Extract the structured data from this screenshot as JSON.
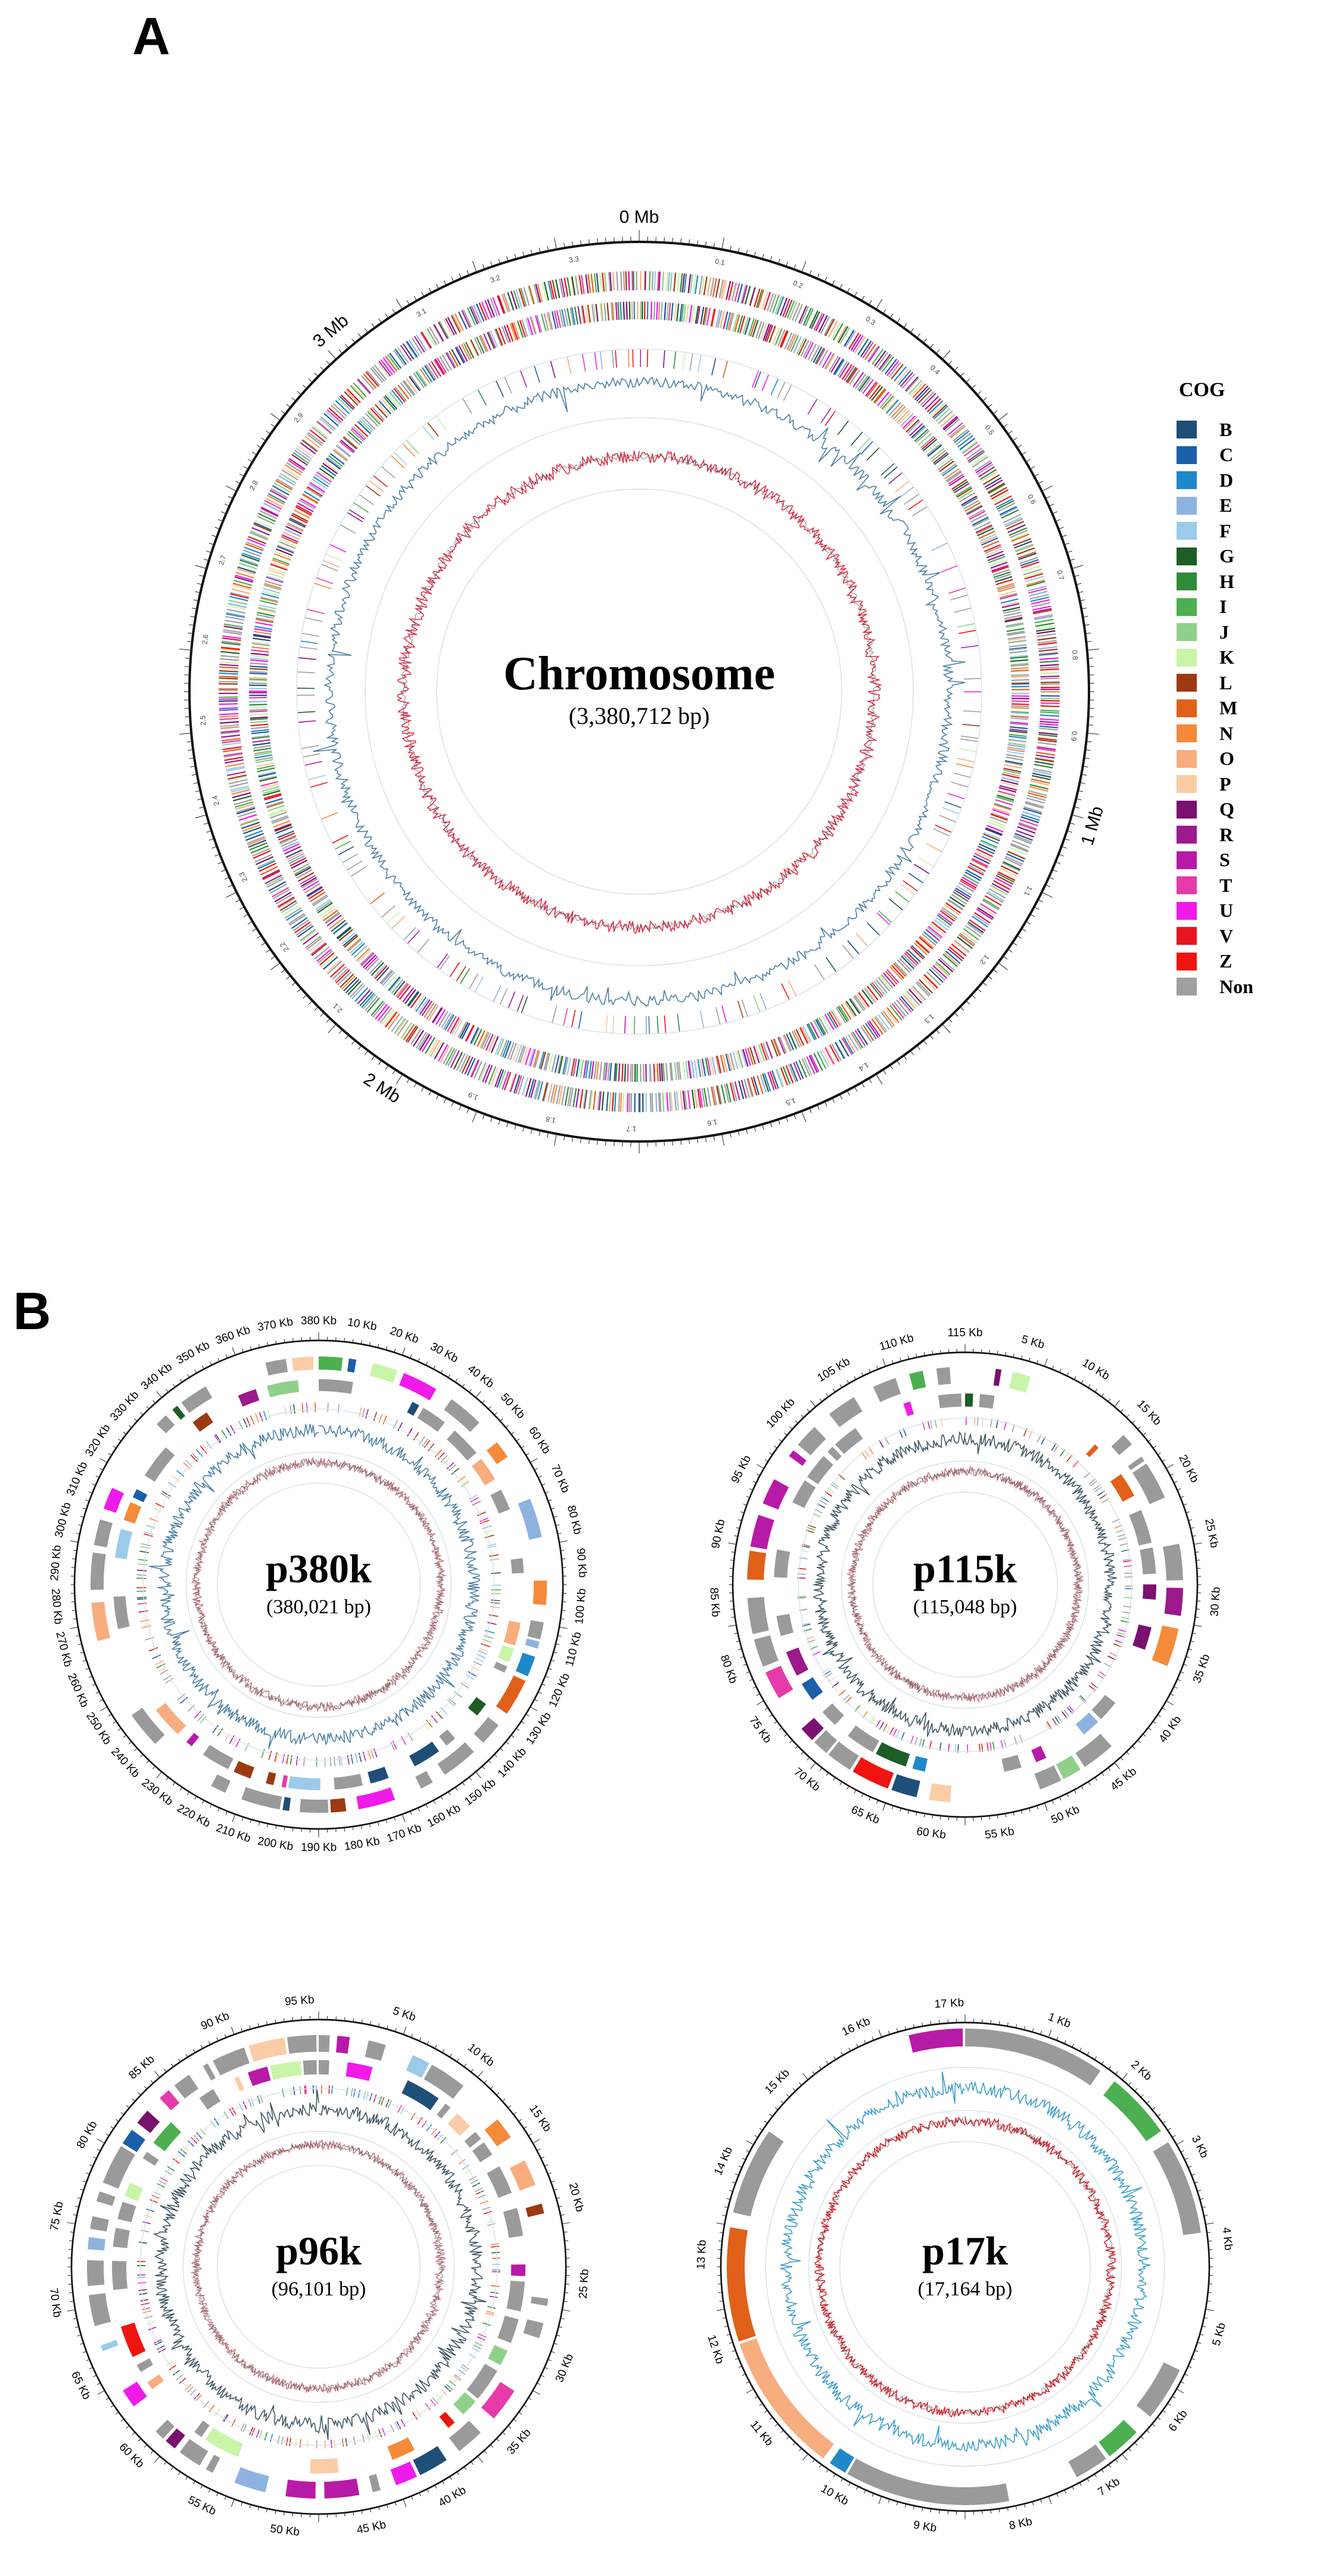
{
  "panels": {
    "a_label": "A",
    "b_label": "B"
  },
  "legend": {
    "title": "COG",
    "items": [
      {
        "label": "B",
        "color": "#1f4e79"
      },
      {
        "label": "C",
        "color": "#1b5fa8"
      },
      {
        "label": "D",
        "color": "#1f88c8"
      },
      {
        "label": "E",
        "color": "#8fb3e0"
      },
      {
        "label": "F",
        "color": "#9ccbea"
      },
      {
        "label": "G",
        "color": "#1e5e26"
      },
      {
        "label": "H",
        "color": "#2e8b3a"
      },
      {
        "label": "I",
        "color": "#4cb050"
      },
      {
        "label": "J",
        "color": "#8fd08a"
      },
      {
        "label": "K",
        "color": "#c8f5a8"
      },
      {
        "label": "L",
        "color": "#9c3a12"
      },
      {
        "label": "M",
        "color": "#e0601a"
      },
      {
        "label": "N",
        "color": "#f58a3a"
      },
      {
        "label": "O",
        "color": "#f7ad7e"
      },
      {
        "label": "P",
        "color": "#fbcda6"
      },
      {
        "label": "Q",
        "color": "#7a1070"
      },
      {
        "label": "R",
        "color": "#9c1a8c"
      },
      {
        "label": "S",
        "color": "#b81aa8"
      },
      {
        "label": "T",
        "color": "#e63aa8"
      },
      {
        "label": "U",
        "color": "#f01aeb"
      },
      {
        "label": "V",
        "color": "#e8141e"
      },
      {
        "label": "Z",
        "color": "#f01410"
      },
      {
        "label": "Non",
        "color": "#a0a0a0"
      }
    ]
  },
  "maps": [
    {
      "id": "chromosome",
      "name": "Chromosome",
      "size_text": "(3,380,712 bp)",
      "length": 3380712,
      "major_unit": "Mb",
      "major_labels": [
        "0 Mb",
        "1 Mb",
        "2 Mb",
        "3 Mb"
      ],
      "major_positions": [
        0,
        1000000,
        2000000,
        3000000
      ],
      "minor_labels": [
        "0.1",
        "0.2",
        "0.3",
        "0.4",
        "0.5",
        "0.6",
        "0.7",
        "0.8",
        "0.9",
        "1.1",
        "1.2",
        "1.3",
        "1.4",
        "1.5",
        "1.6",
        "1.7",
        "1.8",
        "1.9",
        "2.1",
        "2.2",
        "2.3",
        "2.4",
        "2.5",
        "2.6",
        "2.7",
        "2.8",
        "2.9",
        "3.1",
        "3.2",
        "3.3"
      ],
      "minor_positions": [
        100000,
        200000,
        300000,
        400000,
        500000,
        600000,
        700000,
        800000,
        900000,
        1100000,
        1200000,
        1300000,
        1400000,
        1500000,
        1600000,
        1700000,
        1800000,
        1900000,
        2100000,
        2200000,
        2300000,
        2400000,
        2500000,
        2600000,
        2700000,
        2800000,
        2900000,
        3100000,
        3200000,
        3300000
      ]
    },
    {
      "id": "p380k",
      "name": "p380k",
      "size_text": "(380,021 bp)",
      "length": 380021,
      "major_unit": "Kb",
      "major_labels": [
        "380 Kb",
        "10 Kb",
        "20 Kb",
        "30 Kb",
        "40 Kb",
        "50 Kb",
        "60 Kb",
        "70 Kb",
        "80 Kb",
        "90 Kb",
        "100 Kb",
        "110 Kb",
        "120 Kb",
        "130 Kb",
        "140 Kb",
        "150 Kb",
        "160 Kb",
        "170 Kb",
        "180 Kb",
        "190 Kb",
        "200 Kb",
        "210 Kb",
        "220 Kb",
        "230 Kb",
        "240 Kb",
        "250 Kb",
        "260 Kb",
        "270 Kb",
        "280 Kb",
        "290 Kb",
        "300 Kb",
        "310 Kb",
        "320 Kb",
        "330 Kb",
        "340 Kb",
        "350 Kb",
        "360 Kb",
        "370 Kb"
      ],
      "major_positions": [
        0,
        10000,
        20000,
        30000,
        40000,
        50000,
        60000,
        70000,
        80000,
        90000,
        100000,
        110000,
        120000,
        130000,
        140000,
        150000,
        160000,
        170000,
        180000,
        190000,
        200000,
        210000,
        220000,
        230000,
        240000,
        250000,
        260000,
        270000,
        280000,
        290000,
        300000,
        310000,
        320000,
        330000,
        340000,
        350000,
        360000,
        370000
      ],
      "minor_labels": [],
      "minor_positions": []
    },
    {
      "id": "p115k",
      "name": "p115k",
      "size_text": "(115,048 bp)",
      "length": 115048,
      "major_unit": "Kb",
      "major_labels": [
        "115 Kb",
        "5 Kb",
        "10 Kb",
        "15 Kb",
        "20 Kb",
        "25 Kb",
        "30 Kb",
        "35 Kb",
        "40 Kb",
        "45 Kb",
        "50 Kb",
        "55 Kb",
        "60 Kb",
        "65 Kb",
        "70 Kb",
        "75 Kb",
        "80 Kb",
        "85 Kb",
        "90 Kb",
        "95 Kb",
        "100 Kb",
        "105 Kb",
        "110 Kb"
      ],
      "major_positions": [
        0,
        5000,
        10000,
        15000,
        20000,
        25000,
        30000,
        35000,
        40000,
        45000,
        50000,
        55000,
        60000,
        65000,
        70000,
        75000,
        80000,
        85000,
        90000,
        95000,
        100000,
        105000,
        110000
      ],
      "minor_labels": [],
      "minor_positions": []
    },
    {
      "id": "p96k",
      "name": "p96k",
      "size_text": "(96,101 bp)",
      "length": 96101,
      "major_unit": "Kb",
      "major_labels": [
        "95 Kb",
        "5 Kb",
        "10 Kb",
        "15 Kb",
        "20 Kb",
        "25 Kb",
        "30 Kb",
        "35 Kb",
        "40 Kb",
        "45 Kb",
        "50 Kb",
        "55 Kb",
        "60 Kb",
        "65 Kb",
        "70 Kb",
        "75 Kb",
        "80 Kb",
        "85 Kb",
        "90 Kb"
      ],
      "major_positions": [
        95000,
        5000,
        10000,
        15000,
        20000,
        25000,
        30000,
        35000,
        40000,
        45000,
        50000,
        55000,
        60000,
        65000,
        70000,
        75000,
        80000,
        85000,
        90000
      ],
      "minor_labels": [],
      "minor_positions": []
    },
    {
      "id": "p17k",
      "name": "p17k",
      "size_text": "(17,164 bp)",
      "length": 17164,
      "major_unit": "Kb",
      "major_labels": [
        "17 Kb",
        "1 Kb",
        "2 Kb",
        "3 Kb",
        "4 Kb",
        "5 Kb",
        "6 Kb",
        "7 Kb",
        "8 Kb",
        "9 Kb",
        "10 Kb",
        "11 Kb",
        "12 Kb",
        "13 Kb",
        "14 Kb",
        "15 Kb",
        "16 Kb"
      ],
      "major_positions": [
        17000,
        1000,
        2000,
        3000,
        4000,
        5000,
        6000,
        7000,
        8000,
        9000,
        10000,
        11000,
        12000,
        13000,
        14000,
        15000,
        16000
      ],
      "minor_labels": [],
      "minor_positions": []
    }
  ]
}
